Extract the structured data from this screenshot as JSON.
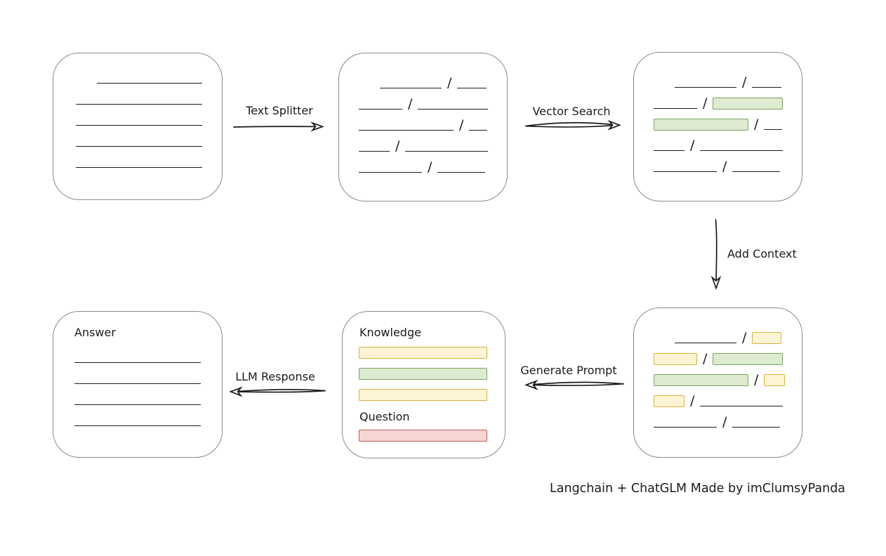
{
  "caption": "Langchain + ChatGLM Made by imClumsyPanda",
  "arrow_labels": {
    "text_splitter": "Text Splitter",
    "vector_search": "Vector Search",
    "add_context": "Add Context",
    "generate_prompt": "Generate Prompt",
    "llm_response": "LLM Response"
  },
  "colors": {
    "stroke": "#1b1b1b",
    "box_border": "#8a8a8a",
    "green_fill": "#ddebd1",
    "green_border": "#7ca35c",
    "yellow_fill": "#fdf4d5",
    "yellow_border": "#d8b13c",
    "red_fill": "#f6d6d3",
    "red_border": "#bf5f5c"
  },
  "boxes": {
    "document": {
      "rows": [
        {
          "indent": 30,
          "segments": [
            {
              "t": "line",
              "w": 150
            }
          ]
        },
        {
          "segments": [
            {
              "t": "line",
              "w": 180
            }
          ]
        },
        {
          "segments": [
            {
              "t": "line",
              "w": 180
            }
          ]
        },
        {
          "segments": [
            {
              "t": "line",
              "w": 180
            }
          ]
        },
        {
          "segments": [
            {
              "t": "line",
              "w": 180
            }
          ]
        }
      ]
    },
    "chunks": {
      "rows": [
        {
          "indent": 30,
          "segments": [
            {
              "t": "line",
              "w": 88
            },
            {
              "t": "slash"
            },
            {
              "t": "line",
              "w": 42
            }
          ]
        },
        {
          "segments": [
            {
              "t": "line",
              "w": 62
            },
            {
              "t": "slash"
            },
            {
              "t": "line",
              "w": 100
            }
          ]
        },
        {
          "segments": [
            {
              "t": "line",
              "w": 135
            },
            {
              "t": "slash"
            },
            {
              "t": "line",
              "w": 26
            }
          ]
        },
        {
          "segments": [
            {
              "t": "line",
              "w": 44
            },
            {
              "t": "slash"
            },
            {
              "t": "line",
              "w": 118
            }
          ]
        },
        {
          "segments": [
            {
              "t": "line",
              "w": 90
            },
            {
              "t": "slash"
            },
            {
              "t": "line",
              "w": 68
            }
          ]
        }
      ]
    },
    "matched_chunks": {
      "rows": [
        {
          "indent": 30,
          "segments": [
            {
              "t": "line",
              "w": 88
            },
            {
              "t": "slash"
            },
            {
              "t": "line",
              "w": 42
            }
          ]
        },
        {
          "segments": [
            {
              "t": "line",
              "w": 62
            },
            {
              "t": "slash"
            },
            {
              "t": "green",
              "w": 100
            }
          ]
        },
        {
          "segments": [
            {
              "t": "green",
              "w": 135
            },
            {
              "t": "slash"
            },
            {
              "t": "line",
              "w": 26
            }
          ]
        },
        {
          "segments": [
            {
              "t": "line",
              "w": 44
            },
            {
              "t": "slash"
            },
            {
              "t": "line",
              "w": 118
            }
          ]
        },
        {
          "segments": [
            {
              "t": "line",
              "w": 90
            },
            {
              "t": "slash"
            },
            {
              "t": "line",
              "w": 68
            }
          ]
        }
      ]
    },
    "context_chunks": {
      "rows": [
        {
          "indent": 30,
          "segments": [
            {
              "t": "line",
              "w": 88
            },
            {
              "t": "slash"
            },
            {
              "t": "yellow",
              "w": 42
            }
          ]
        },
        {
          "segments": [
            {
              "t": "yellow",
              "w": 62
            },
            {
              "t": "slash"
            },
            {
              "t": "green",
              "w": 100
            }
          ]
        },
        {
          "segments": [
            {
              "t": "green",
              "w": 135
            },
            {
              "t": "slash"
            },
            {
              "t": "yellow",
              "w": 30
            }
          ]
        },
        {
          "segments": [
            {
              "t": "yellow",
              "w": 44
            },
            {
              "t": "slash"
            },
            {
              "t": "line",
              "w": 118
            }
          ]
        },
        {
          "segments": [
            {
              "t": "line",
              "w": 90
            },
            {
              "t": "slash"
            },
            {
              "t": "line",
              "w": 68
            }
          ]
        }
      ]
    },
    "prompt": {
      "knowledge_label": "Knowledge",
      "question_label": "Question",
      "knowledge_bars": [
        {
          "t": "yellow"
        },
        {
          "t": "green"
        },
        {
          "t": "yellow"
        }
      ],
      "question_bars": [
        {
          "t": "red"
        }
      ]
    },
    "answer": {
      "title": "Answer",
      "rows": [
        {
          "segments": [
            {
              "t": "line",
              "w": 180
            }
          ]
        },
        {
          "segments": [
            {
              "t": "line",
              "w": 180
            }
          ]
        },
        {
          "segments": [
            {
              "t": "line",
              "w": 180
            }
          ]
        },
        {
          "segments": [
            {
              "t": "line",
              "w": 180
            }
          ]
        }
      ]
    }
  }
}
